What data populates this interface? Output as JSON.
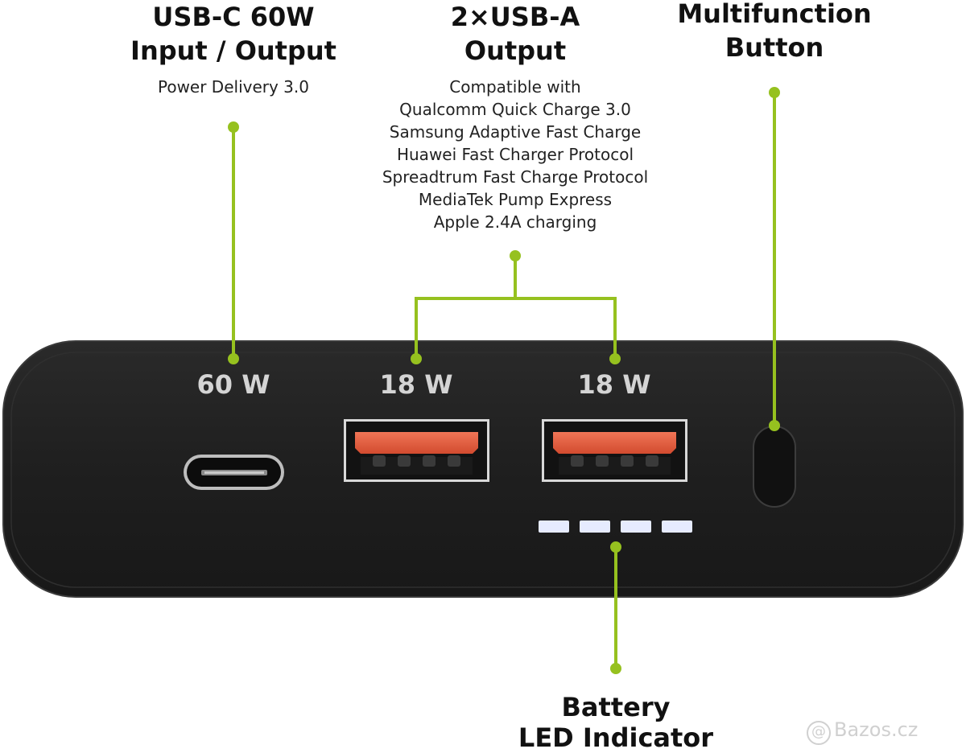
{
  "colors": {
    "accent": "#96c11f",
    "body": "#1f1f1f",
    "body_edge": "#2c2c2c",
    "port_red": "#e45a3c",
    "led": "#e6ebff",
    "watt_text": "#d4d4d4"
  },
  "callouts": {
    "usbc": {
      "title_line1": "USB-C 60W",
      "title_line2": "Input / Output",
      "subtitle": "Power Delivery 3.0"
    },
    "usba": {
      "title_line1": "2×USB-A",
      "title_line2": "Output",
      "lines": [
        "Compatible with",
        "Qualcomm Quick Charge 3.0",
        "Samsung Adaptive Fast Charge",
        "Huawei Fast Charger Protocol",
        "Spreadtrum Fast Charge Protocol",
        "MediaTek Pump Express",
        "Apple 2.4A charging"
      ]
    },
    "button": {
      "title_line1": "Multifunction",
      "title_line2": "Button"
    },
    "battery": {
      "title_line1": "Battery",
      "title_line2": "LED Indicator"
    }
  },
  "ports": {
    "usbc_watt": "60 W",
    "usba1_watt": "18 W",
    "usba2_watt": "18 W"
  },
  "watermark": {
    "symbol": "@",
    "text": "Bazos.cz"
  }
}
